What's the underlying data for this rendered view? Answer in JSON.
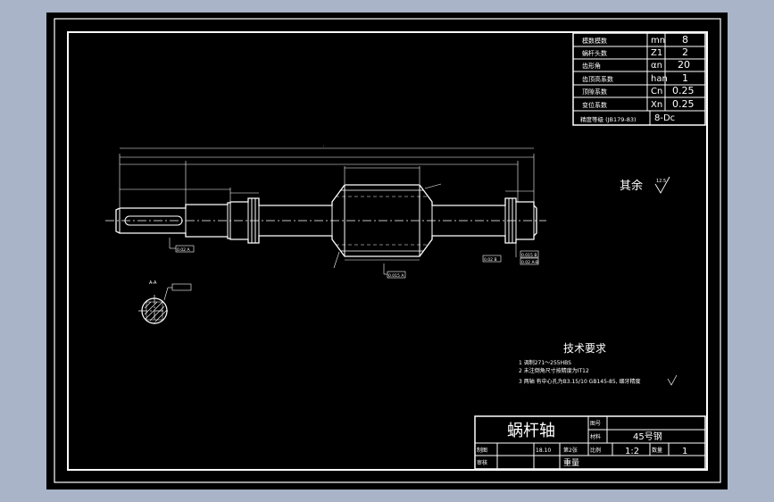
{
  "colors": {
    "background": "#aab4c8",
    "sheet": "#000000",
    "lines": "#ffffff"
  },
  "param_table": {
    "rows": [
      {
        "name": "模数模数",
        "symbol": "mn",
        "value": "8"
      },
      {
        "name": "蜗杆头数",
        "symbol": "Z1",
        "value": "2"
      },
      {
        "name": "齿形角",
        "symbol": "αn",
        "value": "20"
      },
      {
        "name": "齿顶高系数",
        "symbol": "han",
        "value": "1"
      },
      {
        "name": "顶隙系数",
        "symbol": "Cn",
        "value": "0.25"
      },
      {
        "name": "变位系数",
        "symbol": "Xn",
        "value": "0.25"
      }
    ],
    "precision_label": "精度等级 (JB179-83)",
    "precision_value": "8-Dc"
  },
  "roughness_note": {
    "label": "其余",
    "value": "12.5"
  },
  "tech_requirements": {
    "title": "技术要求",
    "items": [
      "1  调制271～255HBS",
      "2  未注倒角尺寸按精度为IT12",
      "3  两轴 有中心孔为B3.15/10 GB145-85, 细牙精度"
    ]
  },
  "title_block": {
    "part_name": "蜗杆轴",
    "material": "45号钢",
    "scale_label": "比例",
    "scale": "1:2",
    "quantity_label": "数量",
    "quantity": "1",
    "drawn_label": "制图",
    "check_label": "审核",
    "date": "18.10",
    "sheet_label": "第2张",
    "weight_label": "重量",
    "material_label": "材料",
    "drawing_no_label": "图号"
  },
  "labels": {
    "section_mark": "A-A",
    "balloon_1": "0.02 A",
    "balloon_2": "0.015 A",
    "balloon_3": "0.02 B",
    "balloon_4": "0.015 B",
    "balloon_5": "0.02 A-B"
  }
}
